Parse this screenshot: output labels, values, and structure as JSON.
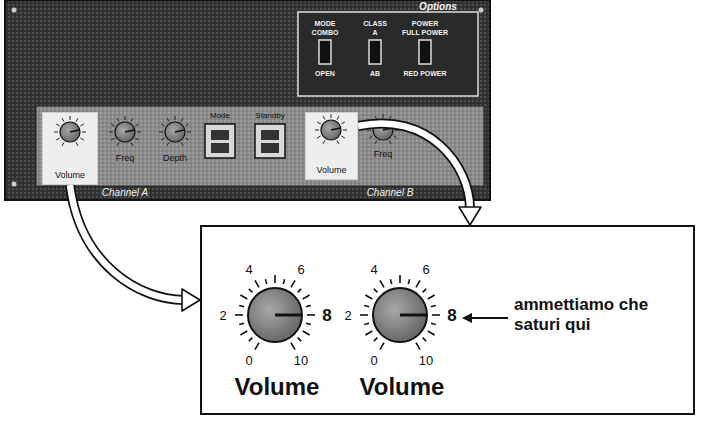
{
  "diagram": {
    "nodes": [
      {
        "text": [
          "Volume"
        ]
      },
      {
        "text": [
          "Volume"
        ]
      },
      {
        "text": [
          "Volume",
          "Volume",
          "ammettiamo che saturi qui"
        ]
      }
    ],
    "edges": [
      {
        "from": 0,
        "to": 2,
        "arrow": "to"
      },
      {
        "from": 1,
        "to": 2,
        "arrow": "to"
      }
    ],
    "labels": [
      "Options",
      "MODE",
      "COMBO",
      "OPEN",
      "CLASS",
      "A",
      "AB",
      "POWER",
      "FULL POWER",
      "RED POWER",
      "Freq",
      "Depth",
      "Mode",
      "Standby",
      "Channel A",
      "Freq",
      "Channel B",
      "4",
      "6",
      "2",
      "8",
      "0",
      "10",
      "4",
      "6",
      "2",
      "8",
      "0",
      "10"
    ]
  }
}
